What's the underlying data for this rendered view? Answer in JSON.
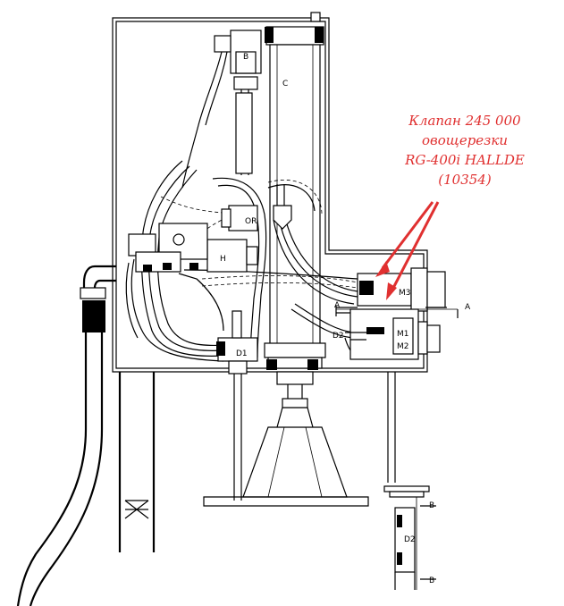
{
  "callout": {
    "line1": "Клапан 245 000",
    "line2": "овощерезки",
    "line3": "RG-400i HALLDE",
    "line4": "(10354)",
    "color": "#e03030"
  },
  "labels": {
    "b_top": "B",
    "c": "C",
    "or": "OR",
    "h": "H",
    "m3": "M3",
    "m1": "M1",
    "m2": "M2",
    "a_left": "A",
    "a_right": "A",
    "d2_left": "D2",
    "d1": "D1",
    "b_right1": "B",
    "b_right2": "B",
    "d2_right": "D2"
  }
}
